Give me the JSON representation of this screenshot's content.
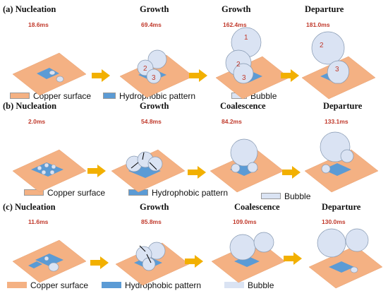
{
  "legend": {
    "copper": "Copper surface",
    "hydrophobic": "Hydrophobic pattern",
    "bubble": "Bubble"
  },
  "colors": {
    "copper": "#f4b183",
    "hydrophobic": "#5b9bd5",
    "bubble": "#dae3f3",
    "bubble_stroke": "#8497b0",
    "arrow": "#f2b000",
    "time": "#c0392b"
  },
  "rows": [
    {
      "label": "(a) Nucleation",
      "stages": [
        {
          "title": "Growth",
          "time": "69.4ms"
        },
        {
          "title": "Growth",
          "time": "162.4ms"
        },
        {
          "title": "Departure",
          "time": "181.0ms"
        }
      ],
      "first_time": "18.6ms",
      "bubble_numbers": [
        "2",
        "3",
        "1",
        "2",
        "3",
        "2",
        "3"
      ]
    },
    {
      "label": "(b) Nucleation",
      "stages": [
        {
          "title": "Growth",
          "time": "54.8ms"
        },
        {
          "title": "Coalescence",
          "time": "84.2ms"
        },
        {
          "title": "Departure",
          "time": "133.1ms"
        }
      ],
      "first_time": "2.0ms"
    },
    {
      "label": "(c)  Nucleation",
      "stages": [
        {
          "title": "Growth",
          "time": "85.8ms"
        },
        {
          "title": "Coalescence",
          "time": "109.0ms"
        },
        {
          "title": "Departure",
          "time": "130.0ms"
        }
      ],
      "first_time": "11.6ms"
    }
  ]
}
